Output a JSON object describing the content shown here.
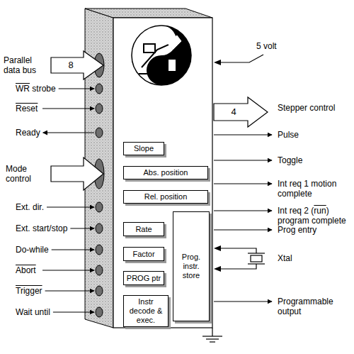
{
  "diagram": {
    "nodes": [
      {
        "text": [
          "Slope"
        ]
      },
      {
        "text": [
          "Abs. position"
        ]
      },
      {
        "text": [
          "Rel. position"
        ]
      },
      {
        "text": [
          "Rate"
        ]
      },
      {
        "text": [
          "Prog. instr. store"
        ]
      },
      {
        "text": [
          "Factor"
        ]
      },
      {
        "text": [
          "PROG ptr"
        ]
      },
      {
        "text": [
          "Instr decode & exec."
        ]
      }
    ],
    "labels": [
      "Parallel data bus",
      "8",
      "WR strobe",
      "Reset",
      "Ready",
      "Mode control",
      "Ext. dir.",
      "Ext. start/stop",
      "Do-while",
      "Abort",
      "Trigger",
      "Wait until",
      "5 volt",
      "Stepper control",
      "4",
      "Pulse",
      "Toggle",
      "Int req 1 motion complete",
      "Int req 2 (run) program complete",
      "Prog entry",
      "Xtal",
      "Programmable output"
    ]
  }
}
